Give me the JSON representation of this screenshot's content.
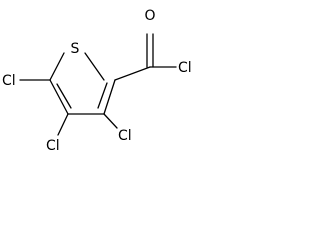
{
  "atoms": {
    "s1": "S",
    "o1": "O",
    "cl_acyl": "Cl",
    "cl_c5": "Cl",
    "cl_c4": "Cl",
    "cl_c3": "Cl"
  },
  "colors": {
    "bond": "#000000",
    "label": "#000000",
    "background": "#ffffff"
  }
}
